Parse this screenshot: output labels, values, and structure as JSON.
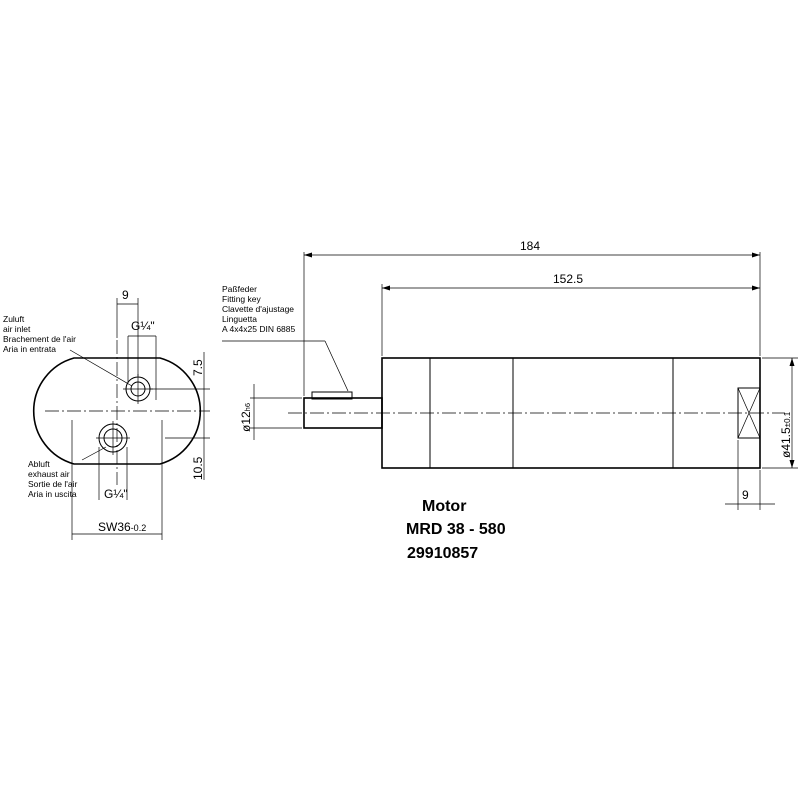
{
  "end_view": {
    "dim_9": "9",
    "inlet_thread": "G¼\"",
    "dim_7_5": "7.5",
    "dim_10_5": "10.5",
    "outlet_thread": "G¼\"",
    "across_flats": "SW36",
    "across_flats_tol": "-0.2",
    "inlet_label": [
      "Zuluft",
      "air inlet",
      "Brachement de l'air",
      "Aria in entrata"
    ],
    "outlet_label": [
      "Abluft",
      "exhaust air",
      "Sortie de l'air",
      "Aria in uscita"
    ]
  },
  "side_view": {
    "length_total": "184",
    "length_body": "152.5",
    "key_label": [
      "Paßfeder",
      "Fitting key",
      "Clavette d'ajustage",
      "Linguetta",
      "A 4x4x25 DIN 6885"
    ],
    "shaft_dia": "ø12",
    "shaft_tol": "h6",
    "body_dia": "ø41.5",
    "body_tol": "±0.1",
    "dim_9_end": "9"
  },
  "title_block": {
    "line1": "Motor",
    "line2": "MRD 38 - 580",
    "line3": "29910857"
  }
}
